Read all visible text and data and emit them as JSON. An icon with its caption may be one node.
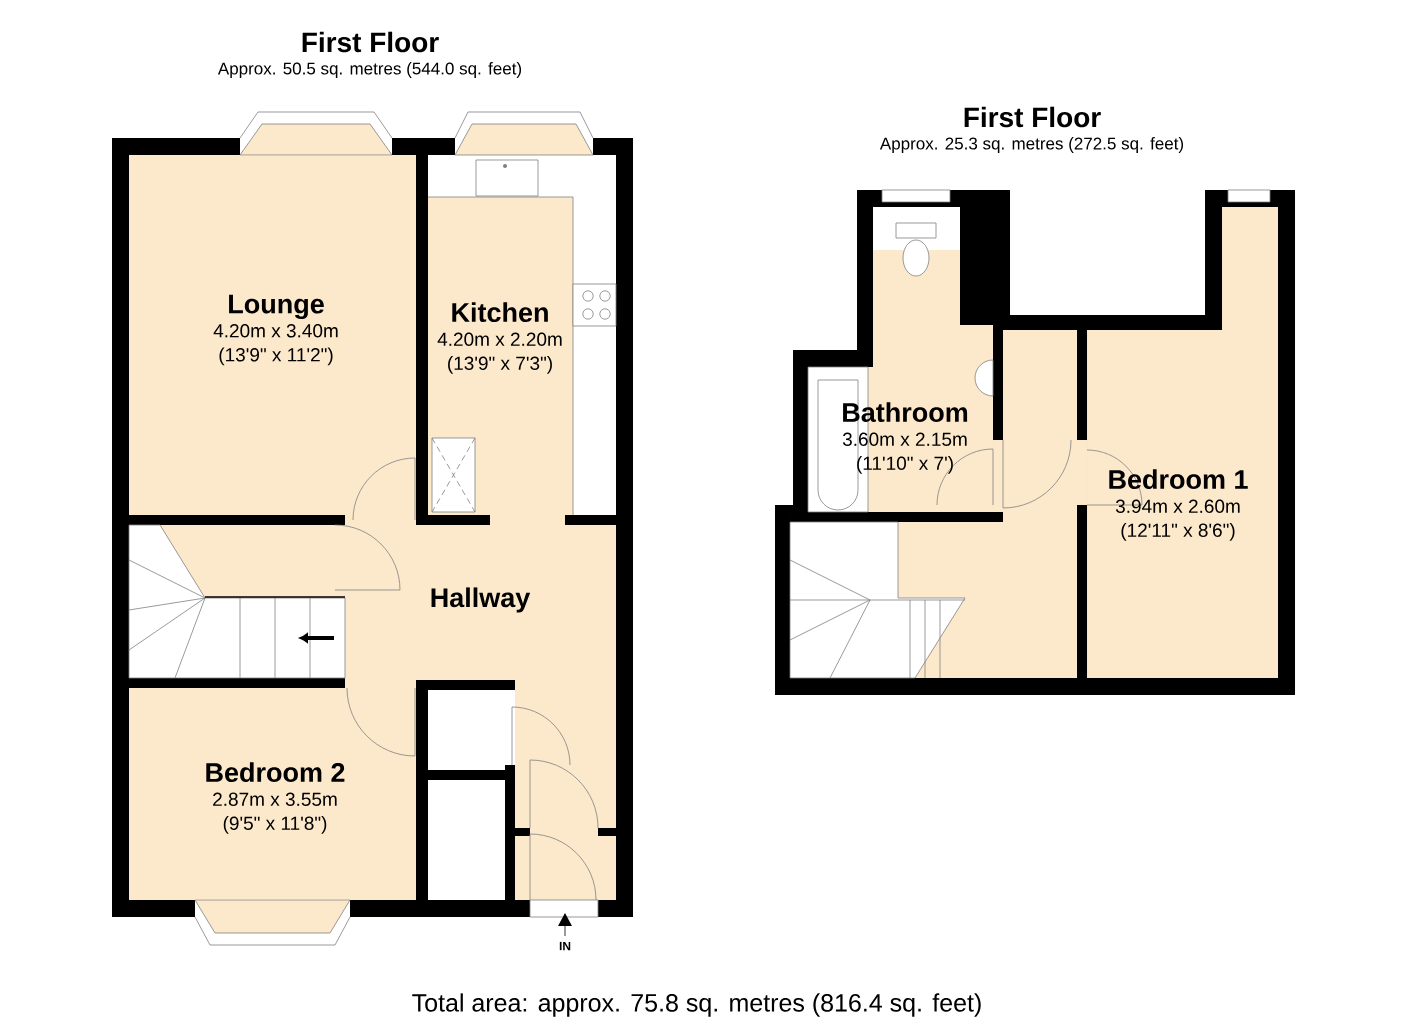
{
  "diagram": {
    "caption": "Total area: approx. 75.8 sq. metres (816.4 sq. feet)",
    "nodes": [
      {
        "text": [
          "Lounge",
          "4.20m x 3.40m",
          "(13'9\" x 11'2\")"
        ]
      },
      {
        "text": [
          "Kitchen",
          "4.20m x 2.20m",
          "(13'9\" x 7'3\")"
        ]
      },
      {
        "text": [
          "Hallway"
        ]
      },
      {
        "text": [
          "Bedroom 2",
          "2.87m x 3.55m",
          "(9'5\" x 11'8\")"
        ]
      },
      {
        "text": [
          "Bathroom",
          "3.60m x 2.15m",
          "(11'10\" x 7')"
        ]
      },
      {
        "text": [
          "Bedroom 1",
          "3.94m x 2.60m",
          "(12'11\" x 8'6\")"
        ]
      }
    ],
    "labels": [
      "First Floor",
      "Approx. 50.5 sq. metres (544.0 sq. feet)",
      "First Floor",
      "Approx. 25.3 sq. metres (272.5 sq. feet)",
      "IN"
    ]
  }
}
